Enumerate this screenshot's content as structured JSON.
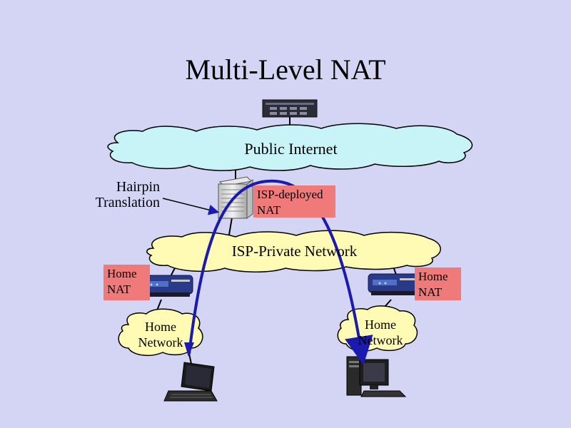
{
  "title": "Multi-Level NAT",
  "clouds": {
    "public": "Public Internet",
    "isp": "ISP-Private Network",
    "home_left": [
      "Home",
      "Network"
    ],
    "home_right": [
      "Home",
      "Network"
    ]
  },
  "labels": {
    "hairpin": [
      "Hairpin",
      "Translation"
    ]
  },
  "boxes": {
    "isp_nat": [
      "ISP-deployed",
      "NAT"
    ],
    "home_nat_left": [
      "Home",
      "NAT"
    ],
    "home_nat_right": [
      "Home",
      "NAT"
    ]
  },
  "colors": {
    "background": "#d4d4f4",
    "cloud_public": "#c8f4f8",
    "cloud_isp": "#fffab4",
    "cloud_home": "#fffab4",
    "nat_box": "#f07a7a",
    "arrow": "#1a1ab0"
  }
}
